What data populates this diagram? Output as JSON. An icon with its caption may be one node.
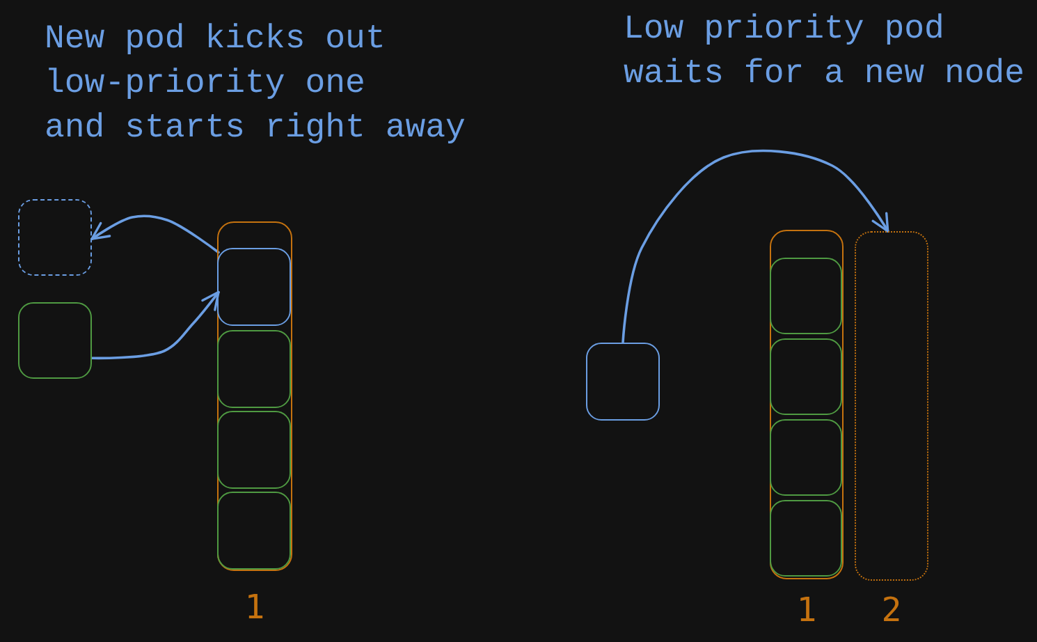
{
  "diagram": {
    "nodes": [
      {
        "text": [],
        "shape": "box"
      },
      {
        "text": [],
        "shape": "box"
      },
      {
        "text": [],
        "shape": "box",
        "beside": [
          "1"
        ]
      },
      {
        "text": [],
        "shape": "box",
        "in": 2
      },
      {
        "text": [],
        "shape": "box",
        "in": 2
      },
      {
        "text": [],
        "shape": "box",
        "in": 2
      },
      {
        "text": [],
        "shape": "box",
        "in": 2
      },
      {
        "text": [],
        "shape": "box"
      },
      {
        "text": [],
        "shape": "box",
        "beside": [
          "1"
        ]
      },
      {
        "text": [],
        "shape": "box",
        "in": 8
      },
      {
        "text": [],
        "shape": "box",
        "in": 8
      },
      {
        "text": [],
        "shape": "box",
        "in": 8
      },
      {
        "text": [],
        "shape": "box",
        "in": 8
      },
      {
        "text": [],
        "shape": "box",
        "beside": [
          "2"
        ]
      }
    ],
    "edges": [
      {
        "from": 3,
        "to": 0,
        "arrow": "to"
      },
      {
        "from": 1,
        "to": 3,
        "arrow": "to"
      },
      {
        "from": 7,
        "to": 13,
        "arrow": "to"
      }
    ],
    "labels": [
      "New pod kicks out low-priority one and starts right away",
      "Low priority pod waits for a new node"
    ]
  }
}
